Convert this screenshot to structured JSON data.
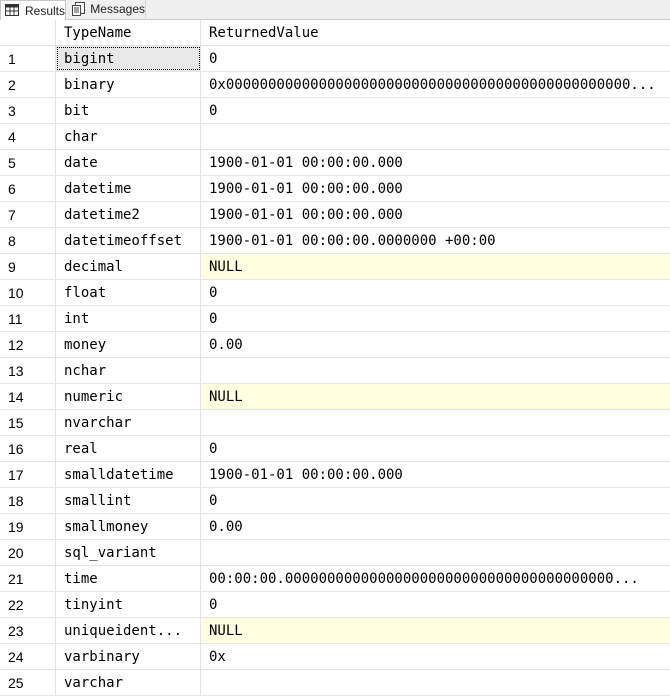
{
  "tabs": [
    {
      "label": "Results",
      "icon": "grid-icon",
      "active": true
    },
    {
      "label": "Messages",
      "icon": "messages-icon",
      "active": false
    }
  ],
  "columns": [
    "TypeName",
    "ReturnedValue"
  ],
  "rows": [
    {
      "n": "1",
      "type": "bigint",
      "value": "0",
      "null": false
    },
    {
      "n": "2",
      "type": "binary",
      "value": "0x000000000000000000000000000000000000000000000000...",
      "null": false
    },
    {
      "n": "3",
      "type": "bit",
      "value": "0",
      "null": false
    },
    {
      "n": "4",
      "type": "char",
      "value": "",
      "null": false
    },
    {
      "n": "5",
      "type": "date",
      "value": "1900-01-01 00:00:00.000",
      "null": false
    },
    {
      "n": "6",
      "type": "datetime",
      "value": "1900-01-01 00:00:00.000",
      "null": false
    },
    {
      "n": "7",
      "type": "datetime2",
      "value": "1900-01-01 00:00:00.000",
      "null": false
    },
    {
      "n": "8",
      "type": "datetimeoffset",
      "value": "1900-01-01 00:00:00.0000000 +00:00",
      "null": false
    },
    {
      "n": "9",
      "type": "decimal",
      "value": "NULL",
      "null": true
    },
    {
      "n": "10",
      "type": "float",
      "value": "0",
      "null": false
    },
    {
      "n": "11",
      "type": "int",
      "value": "0",
      "null": false
    },
    {
      "n": "12",
      "type": "money",
      "value": "0.00",
      "null": false
    },
    {
      "n": "13",
      "type": "nchar",
      "value": "",
      "null": false
    },
    {
      "n": "14",
      "type": "numeric",
      "value": "NULL",
      "null": true
    },
    {
      "n": "15",
      "type": "nvarchar",
      "value": "",
      "null": false
    },
    {
      "n": "16",
      "type": "real",
      "value": "0",
      "null": false
    },
    {
      "n": "17",
      "type": "smalldatetime",
      "value": "1900-01-01 00:00:00.000",
      "null": false
    },
    {
      "n": "18",
      "type": "smallint",
      "value": "0",
      "null": false
    },
    {
      "n": "19",
      "type": "smallmoney",
      "value": "0.00",
      "null": false
    },
    {
      "n": "20",
      "type": "sql_variant",
      "value": "",
      "null": false
    },
    {
      "n": "21",
      "type": "time",
      "value": "00:00:00.000000000000000000000000000000000000000...",
      "null": false
    },
    {
      "n": "22",
      "type": "tinyint",
      "value": "0",
      "null": false
    },
    {
      "n": "23",
      "type": "uniqueident...",
      "value": "NULL",
      "null": true
    },
    {
      "n": "24",
      "type": "varbinary",
      "value": "0x",
      "null": false
    },
    {
      "n": "25",
      "type": "varchar",
      "value": "",
      "null": false
    }
  ]
}
